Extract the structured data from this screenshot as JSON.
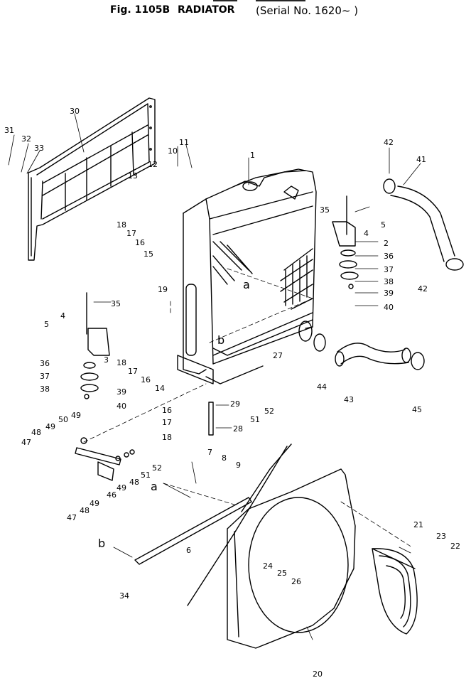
{
  "header": {
    "figure": "Fig. 1105B",
    "title": "RADIATOR",
    "serial": "(Serial No. 1620~ )"
  },
  "parts": [
    {
      "id": "part-1",
      "label": "1"
    },
    {
      "id": "part-2",
      "label": "2"
    },
    {
      "id": "part-3",
      "label": "3"
    },
    {
      "id": "part-4a",
      "label": "4"
    },
    {
      "id": "part-4b",
      "label": "4"
    },
    {
      "id": "part-5a",
      "label": "5"
    },
    {
      "id": "part-5b",
      "label": "5"
    },
    {
      "id": "part-6",
      "label": "6"
    },
    {
      "id": "part-7",
      "label": "7"
    },
    {
      "id": "part-8",
      "label": "8"
    },
    {
      "id": "part-9",
      "label": "9"
    },
    {
      "id": "part-10",
      "label": "10"
    },
    {
      "id": "part-11",
      "label": "11"
    },
    {
      "id": "part-12",
      "label": "12"
    },
    {
      "id": "part-13",
      "label": "13"
    },
    {
      "id": "part-14",
      "label": "14"
    },
    {
      "id": "part-15",
      "label": "15"
    },
    {
      "id": "part-16a",
      "label": "16"
    },
    {
      "id": "part-16b",
      "label": "16"
    },
    {
      "id": "part-16c",
      "label": "16"
    },
    {
      "id": "part-17a",
      "label": "17"
    },
    {
      "id": "part-17b",
      "label": "17"
    },
    {
      "id": "part-17c",
      "label": "17"
    },
    {
      "id": "part-18a",
      "label": "18"
    },
    {
      "id": "part-18b",
      "label": "18"
    },
    {
      "id": "part-18c",
      "label": "18"
    },
    {
      "id": "part-19",
      "label": "19"
    },
    {
      "id": "part-20",
      "label": "20"
    },
    {
      "id": "part-21",
      "label": "21"
    },
    {
      "id": "part-22",
      "label": "22"
    },
    {
      "id": "part-23",
      "label": "23"
    },
    {
      "id": "part-24",
      "label": "24"
    },
    {
      "id": "part-25",
      "label": "25"
    },
    {
      "id": "part-26",
      "label": "26"
    },
    {
      "id": "part-27",
      "label": "27"
    },
    {
      "id": "part-28",
      "label": "28"
    },
    {
      "id": "part-29",
      "label": "29"
    },
    {
      "id": "part-30",
      "label": "30"
    },
    {
      "id": "part-31",
      "label": "31"
    },
    {
      "id": "part-32",
      "label": "32"
    },
    {
      "id": "part-33",
      "label": "33"
    },
    {
      "id": "part-34",
      "label": "34"
    },
    {
      "id": "part-35a",
      "label": "35"
    },
    {
      "id": "part-35b",
      "label": "35"
    },
    {
      "id": "part-36a",
      "label": "36"
    },
    {
      "id": "part-36b",
      "label": "36"
    },
    {
      "id": "part-37a",
      "label": "37"
    },
    {
      "id": "part-37b",
      "label": "37"
    },
    {
      "id": "part-38a",
      "label": "38"
    },
    {
      "id": "part-38b",
      "label": "38"
    },
    {
      "id": "part-39a",
      "label": "39"
    },
    {
      "id": "part-39b",
      "label": "39"
    },
    {
      "id": "part-40a",
      "label": "40"
    },
    {
      "id": "part-40b",
      "label": "40"
    },
    {
      "id": "part-41",
      "label": "41"
    },
    {
      "id": "part-42a",
      "label": "42"
    },
    {
      "id": "part-42b",
      "label": "42"
    },
    {
      "id": "part-43",
      "label": "43"
    },
    {
      "id": "part-44",
      "label": "44"
    },
    {
      "id": "part-45",
      "label": "45"
    },
    {
      "id": "part-46",
      "label": "46"
    },
    {
      "id": "part-47a",
      "label": "47"
    },
    {
      "id": "part-47b",
      "label": "47"
    },
    {
      "id": "part-48a",
      "label": "48"
    },
    {
      "id": "part-48b",
      "label": "48"
    },
    {
      "id": "part-48c",
      "label": "48"
    },
    {
      "id": "part-49a",
      "label": "49"
    },
    {
      "id": "part-49b",
      "label": "49"
    },
    {
      "id": "part-49c",
      "label": "49"
    },
    {
      "id": "part-49d",
      "label": "49"
    },
    {
      "id": "part-50",
      "label": "50"
    },
    {
      "id": "part-51a",
      "label": "51"
    },
    {
      "id": "part-51b",
      "label": "51"
    },
    {
      "id": "part-52a",
      "label": "52"
    },
    {
      "id": "part-52b",
      "label": "52"
    }
  ],
  "refs": [
    {
      "id": "ref-a-1",
      "label": "a"
    },
    {
      "id": "ref-a-2",
      "label": "a"
    },
    {
      "id": "ref-b-1",
      "label": "b"
    },
    {
      "id": "ref-b-2",
      "label": "b"
    }
  ]
}
